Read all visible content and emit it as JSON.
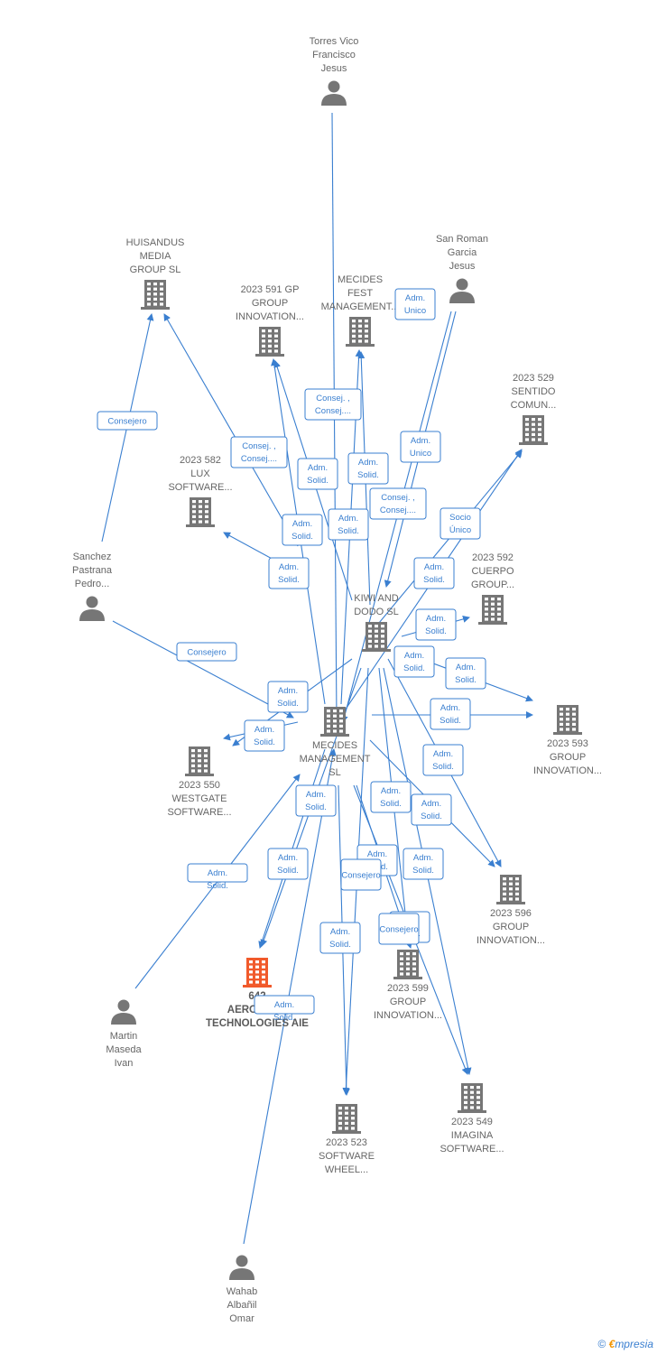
{
  "colors": {
    "edge": "#3a7fd0",
    "company": "#767676",
    "focus": "#f15a2b",
    "person": "#767676"
  },
  "nodes": [
    {
      "id": "torres",
      "kind": "person",
      "lines": [
        "Torres Vico",
        "Francisco",
        "Jesus"
      ]
    },
    {
      "id": "sanroman",
      "kind": "person",
      "lines": [
        "San Roman",
        "Garcia",
        "Jesus"
      ]
    },
    {
      "id": "sanchez",
      "kind": "person",
      "lines": [
        "Sanchez",
        "Pastrana",
        "Pedro..."
      ]
    },
    {
      "id": "martin",
      "kind": "person",
      "lines": [
        "Martin",
        "Maseda",
        "Ivan"
      ]
    },
    {
      "id": "wahab",
      "kind": "person",
      "lines": [
        "Wahab",
        "Albañil",
        "Omar"
      ]
    },
    {
      "id": "huisandus",
      "kind": "company",
      "lines": [
        "HUISANDUS",
        "MEDIA",
        "GROUP  SL"
      ]
    },
    {
      "id": "c591",
      "kind": "company",
      "lines": [
        "2023 591 GP",
        "GROUP",
        "INNOVATION..."
      ]
    },
    {
      "id": "mecidesfest",
      "kind": "company",
      "lines": [
        "MECIDES",
        "FEST",
        "MANAGEMENT..."
      ]
    },
    {
      "id": "c529",
      "kind": "company",
      "lines": [
        "2023 529",
        "SENTIDO",
        "COMUN..."
      ]
    },
    {
      "id": "c582",
      "kind": "company",
      "lines": [
        "2023 582",
        "LUX",
        "SOFTWARE..."
      ]
    },
    {
      "id": "c592",
      "kind": "company",
      "lines": [
        "2023 592",
        "CUERPO",
        "GROUP..."
      ]
    },
    {
      "id": "kiwi",
      "kind": "company",
      "lines": [
        "KIWI AND",
        "DODO  SL"
      ]
    },
    {
      "id": "mecidesmgmt",
      "kind": "company",
      "lines": [
        "MECIDES",
        "MANAGEMENT",
        "SL"
      ]
    },
    {
      "id": "c550",
      "kind": "company",
      "lines": [
        "2023 550",
        "WESTGATE",
        "SOFTWARE..."
      ]
    },
    {
      "id": "c593",
      "kind": "company",
      "lines": [
        "2023 593",
        "GROUP",
        "INNOVATION..."
      ]
    },
    {
      "id": "c596",
      "kind": "company",
      "lines": [
        "2023 596",
        "GROUP",
        "INNOVATION..."
      ]
    },
    {
      "id": "aero",
      "kind": "focus",
      "lines": [
        "642",
        "AEROGRAP",
        "TECHNOLOGIES AIE"
      ]
    },
    {
      "id": "c599",
      "kind": "company",
      "lines": [
        "2023 599",
        "GROUP",
        "INNOVATION..."
      ]
    },
    {
      "id": "c549",
      "kind": "company",
      "lines": [
        "2023 549",
        "IMAGINA",
        "SOFTWARE..."
      ]
    },
    {
      "id": "c523",
      "kind": "company",
      "lines": [
        "2023 523",
        "SOFTWARE",
        "WHEEL..."
      ]
    }
  ],
  "edges": [
    {
      "from": "torres",
      "to": "mecidesmgmt"
    },
    {
      "from": "sanroman",
      "to": "kiwi"
    },
    {
      "from": "sanroman",
      "to": "mecidesmgmt"
    },
    {
      "from": "sanchez",
      "to": "huisandus"
    },
    {
      "from": "sanchez",
      "to": "mecidesmgmt"
    },
    {
      "from": "martin",
      "to": "mecidesmgmt"
    },
    {
      "from": "wahab",
      "to": "mecidesmgmt"
    },
    {
      "from": "mecidesmgmt",
      "to": "huisandus"
    },
    {
      "from": "mecidesmgmt",
      "to": "c591"
    },
    {
      "from": "mecidesmgmt",
      "to": "mecidesfest"
    },
    {
      "from": "mecidesmgmt",
      "to": "c529"
    },
    {
      "from": "mecidesmgmt",
      "to": "c582"
    },
    {
      "from": "mecidesmgmt",
      "to": "c550"
    },
    {
      "from": "mecidesmgmt",
      "to": "c593"
    },
    {
      "from": "mecidesmgmt",
      "to": "c596"
    },
    {
      "from": "mecidesmgmt",
      "to": "aero"
    },
    {
      "from": "mecidesmgmt",
      "to": "c599"
    },
    {
      "from": "mecidesmgmt",
      "to": "c549"
    },
    {
      "from": "mecidesmgmt",
      "to": "c523"
    },
    {
      "from": "kiwi",
      "to": "c591"
    },
    {
      "from": "kiwi",
      "to": "mecidesfest"
    },
    {
      "from": "kiwi",
      "to": "c529"
    },
    {
      "from": "kiwi",
      "to": "c592"
    },
    {
      "from": "kiwi",
      "to": "c593"
    },
    {
      "from": "kiwi",
      "to": "c596"
    },
    {
      "from": "kiwi",
      "to": "c550"
    },
    {
      "from": "kiwi",
      "to": "aero"
    },
    {
      "from": "kiwi",
      "to": "c599"
    },
    {
      "from": "kiwi",
      "to": "c549"
    },
    {
      "from": "kiwi",
      "to": "c523"
    }
  ],
  "edge_labels": [
    {
      "lines": [
        "Adm.",
        "Unico"
      ]
    },
    {
      "lines": [
        "Consejero"
      ]
    },
    {
      "lines": [
        "Consej. ,",
        "Consej...."
      ]
    },
    {
      "lines": [
        "Consej. ,",
        "Consej...."
      ]
    },
    {
      "lines": [
        "Adm.",
        "Unico"
      ]
    },
    {
      "lines": [
        "Adm.",
        "Solid."
      ]
    },
    {
      "lines": [
        "Adm.",
        "Solid."
      ]
    },
    {
      "lines": [
        "Consej. ,",
        "Consej...."
      ]
    },
    {
      "lines": [
        "Adm.",
        "Solid."
      ]
    },
    {
      "lines": [
        "Adm.",
        "Solid."
      ]
    },
    {
      "lines": [
        "Socio",
        "Único"
      ]
    },
    {
      "lines": [
        "Adm.",
        "Solid."
      ]
    },
    {
      "lines": [
        "Adm.",
        "Solid."
      ]
    },
    {
      "lines": [
        "Adm.",
        "Solid."
      ]
    },
    {
      "lines": [
        "Consejero"
      ]
    },
    {
      "lines": [
        "Adm.",
        "Solid."
      ]
    },
    {
      "lines": [
        "Adm.",
        "Solid."
      ]
    },
    {
      "lines": [
        "Adm.",
        "Solid."
      ]
    },
    {
      "lines": [
        "Adm.",
        "Solid."
      ]
    },
    {
      "lines": [
        "Adm.",
        "Solid."
      ]
    },
    {
      "lines": [
        "Adm.",
        "Solid."
      ]
    },
    {
      "lines": [
        "Adm.",
        "Solid."
      ]
    },
    {
      "lines": [
        "Adm.",
        "Solid."
      ]
    },
    {
      "lines": [
        "Adm.",
        "Solid."
      ]
    },
    {
      "lines": [
        "Adm.",
        "Solid."
      ]
    },
    {
      "lines": [
        "Adm.",
        "Solid."
      ]
    },
    {
      "lines": [
        "Adm.",
        "Solid."
      ]
    },
    {
      "lines": [
        "Consejero"
      ]
    },
    {
      "lines": [
        "Adm.",
        "Solid."
      ]
    },
    {
      "lines": [
        "Adm.",
        "Solid."
      ]
    },
    {
      "lines": [
        "Adm.",
        "Solid."
      ]
    },
    {
      "lines": [
        "Adm.",
        "Solid."
      ]
    },
    {
      "lines": [
        "Consejero"
      ]
    }
  ],
  "footer": {
    "copyright": "©",
    "brand_initial": "€",
    "brand_rest": "mpresia"
  }
}
